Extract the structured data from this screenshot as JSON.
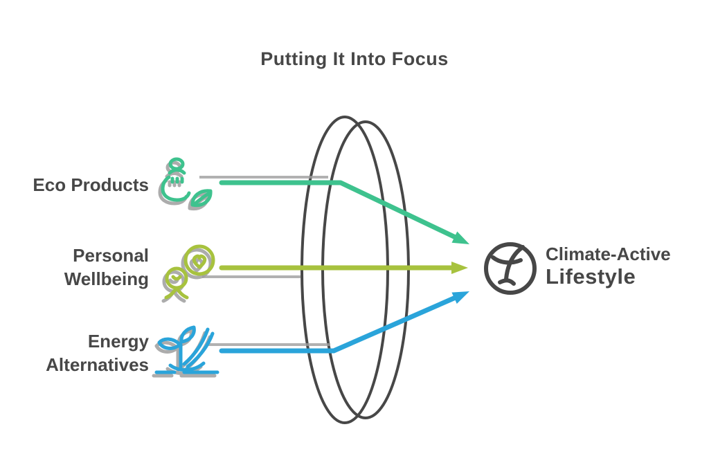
{
  "title": "Putting It Into Focus",
  "inputs": [
    {
      "id": "eco-products",
      "label_lines": [
        "Eco Products"
      ],
      "color": "#3ec28e",
      "icon": "jar-leaf-icon"
    },
    {
      "id": "personal-wellbeing",
      "label_lines": [
        "Personal",
        "Wellbeing"
      ],
      "color": "#a7c23e",
      "icon": "person-heart-icon"
    },
    {
      "id": "energy-alternatives",
      "label_lines": [
        "Energy",
        "Alternatives"
      ],
      "color": "#2aa4da",
      "icon": "sprout-icon"
    }
  ],
  "output": {
    "id": "climate-active-lifestyle",
    "line1": "Climate-Active",
    "line2": "Lifestyle",
    "icon": "globe-icon",
    "color": "#474747"
  },
  "lens": {
    "shape": "double-ellipse",
    "stroke": "#474747"
  },
  "colors": {
    "background": "#ffffff",
    "text": "#474747",
    "shadow": "#9e9e9e",
    "ray_green": "#3ec28e",
    "ray_olive": "#a7c23e",
    "ray_blue": "#2aa4da"
  }
}
